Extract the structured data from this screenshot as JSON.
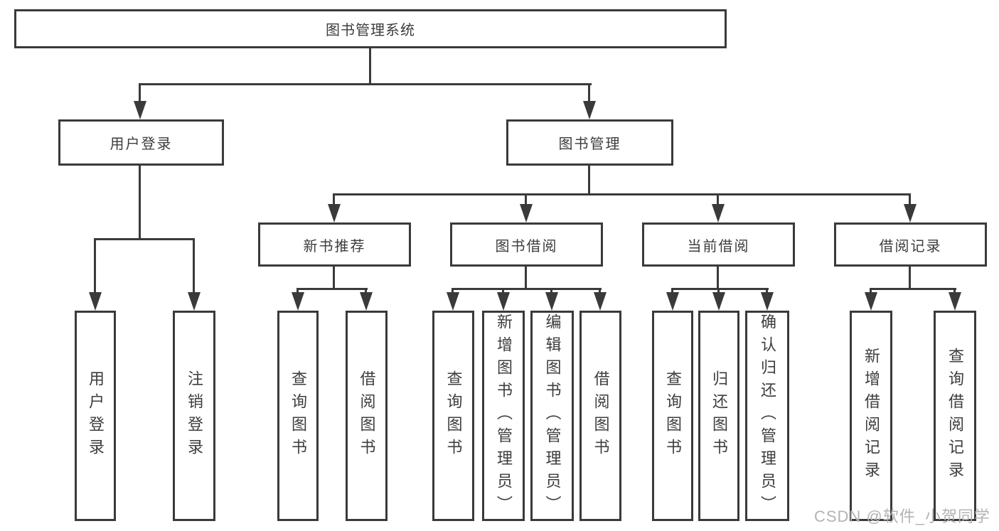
{
  "diagram": {
    "title": "图书管理系统",
    "type": "function-structure-tree",
    "nodes": {
      "root": {
        "label": "图书管理系统"
      },
      "user_login": {
        "label": "用户登录"
      },
      "book_management": {
        "label": "图书管理"
      },
      "new_book_recommend": {
        "label": "新书推荐"
      },
      "book_borrow": {
        "label": "图书借阅"
      },
      "current_borrow": {
        "label": "当前借阅"
      },
      "borrow_record": {
        "label": "借阅记录"
      },
      "leaf_user_login": {
        "label": "用户登录"
      },
      "leaf_logout": {
        "label": "注销登录"
      },
      "leaf_query_book_1": {
        "label": "查询图书"
      },
      "leaf_borrow_book_1": {
        "label": "借阅图书"
      },
      "leaf_query_book_2": {
        "label": "查询图书"
      },
      "leaf_add_book_admin": {
        "label": "新增图书（管理员）"
      },
      "leaf_edit_book_admin": {
        "label": "编辑图书（管理员）"
      },
      "leaf_borrow_book_2": {
        "label": "借阅图书"
      },
      "leaf_query_book_3": {
        "label": "查询图书"
      },
      "leaf_return_book": {
        "label": "归还图书"
      },
      "leaf_confirm_return_admin": {
        "label": "确认归还（管理员）"
      },
      "leaf_add_borrow_record": {
        "label": "新增借阅记录"
      },
      "leaf_query_borrow_record": {
        "label": "查询借阅记录"
      }
    },
    "edges": [
      [
        "图书管理系统",
        "用户登录"
      ],
      [
        "图书管理系统",
        "图书管理"
      ],
      [
        "用户登录",
        "用户登录"
      ],
      [
        "用户登录",
        "注销登录"
      ],
      [
        "图书管理",
        "新书推荐"
      ],
      [
        "图书管理",
        "图书借阅"
      ],
      [
        "图书管理",
        "当前借阅"
      ],
      [
        "图书管理",
        "借阅记录"
      ],
      [
        "新书推荐",
        "查询图书"
      ],
      [
        "新书推荐",
        "借阅图书"
      ],
      [
        "图书借阅",
        "查询图书"
      ],
      [
        "图书借阅",
        "新增图书（管理员）"
      ],
      [
        "图书借阅",
        "编辑图书（管理员）"
      ],
      [
        "图书借阅",
        "借阅图书"
      ],
      [
        "当前借阅",
        "查询图书"
      ],
      [
        "当前借阅",
        "归还图书"
      ],
      [
        "当前借阅",
        "确认归还（管理员）"
      ],
      [
        "借阅记录",
        "新增借阅记录"
      ],
      [
        "借阅记录",
        "查询借阅记录"
      ]
    ],
    "colors": {
      "line": "#3a3a3a",
      "box_fill": "#ffffff",
      "text": "#3d3d3d",
      "background": "#ffffff"
    }
  },
  "watermark": {
    "text": "CSDN @软件_小贺同学",
    "color": "#b3b3b3"
  }
}
